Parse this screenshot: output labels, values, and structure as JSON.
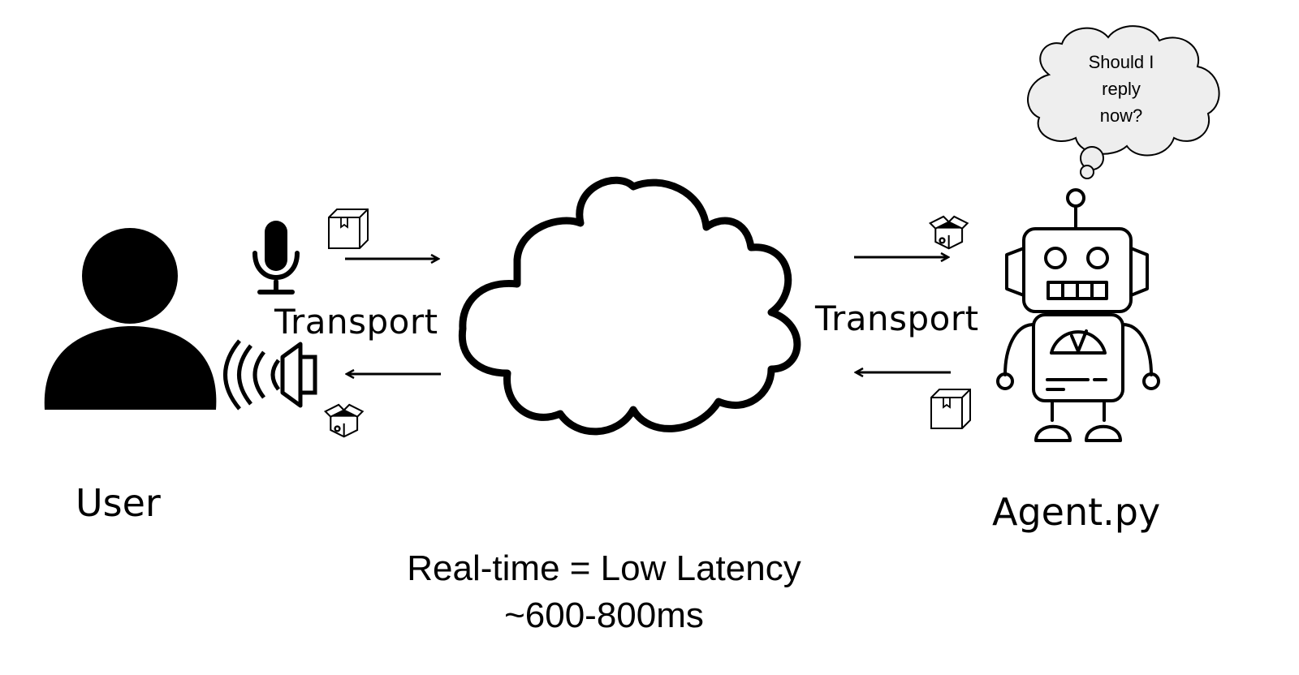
{
  "labels": {
    "transport_left": "Transport",
    "transport_right": "Transport",
    "user": "User",
    "agent": "Agent.py",
    "latency_line1": "Real-time = Low Latency",
    "latency_line2": "~600-800ms",
    "thought": [
      "Should I",
      "reply",
      "now?"
    ]
  },
  "icons": {
    "user": "person-silhouette-icon",
    "mic": "microphone-icon",
    "speaker": "speaker-sound-icon",
    "cloud": "cloud-icon",
    "agent": "robot-icon",
    "thought": "thought-bubble-icon",
    "packet_closed": "closed-box-icon",
    "packet_open": "open-box-icon"
  },
  "colors": {
    "ink": "#000000",
    "thought_fill": "#eeeeee",
    "background": "#ffffff"
  }
}
